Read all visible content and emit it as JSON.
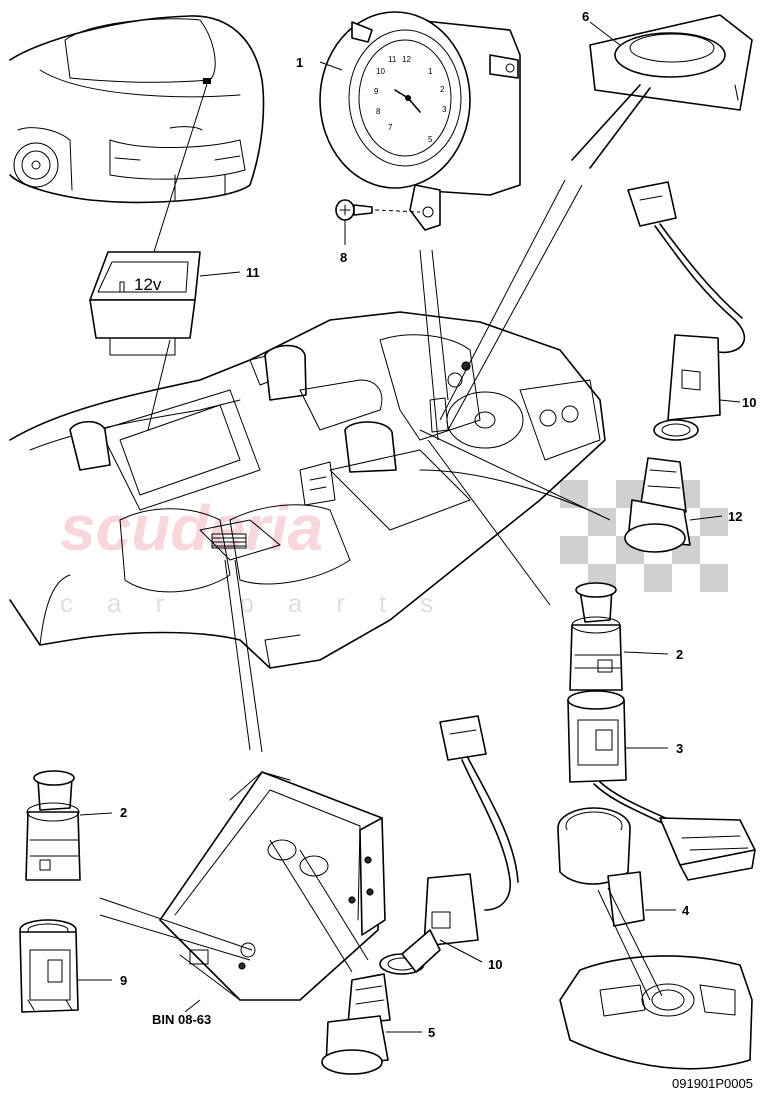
{
  "diagram": {
    "watermark": {
      "main": "scuderia",
      "sub": "car parts"
    },
    "part_numbers": [
      "1",
      "6",
      "8",
      "11",
      "10",
      "12",
      "2",
      "3",
      "2",
      "9",
      "BIN 08-63",
      "10",
      "5",
      "4"
    ],
    "socket_label": "12v",
    "clock_numbers": [
      "12",
      "1",
      "2",
      "3",
      "5",
      "7",
      "8",
      "9",
      "10",
      "11"
    ],
    "drawing_code": "091901P0005"
  }
}
